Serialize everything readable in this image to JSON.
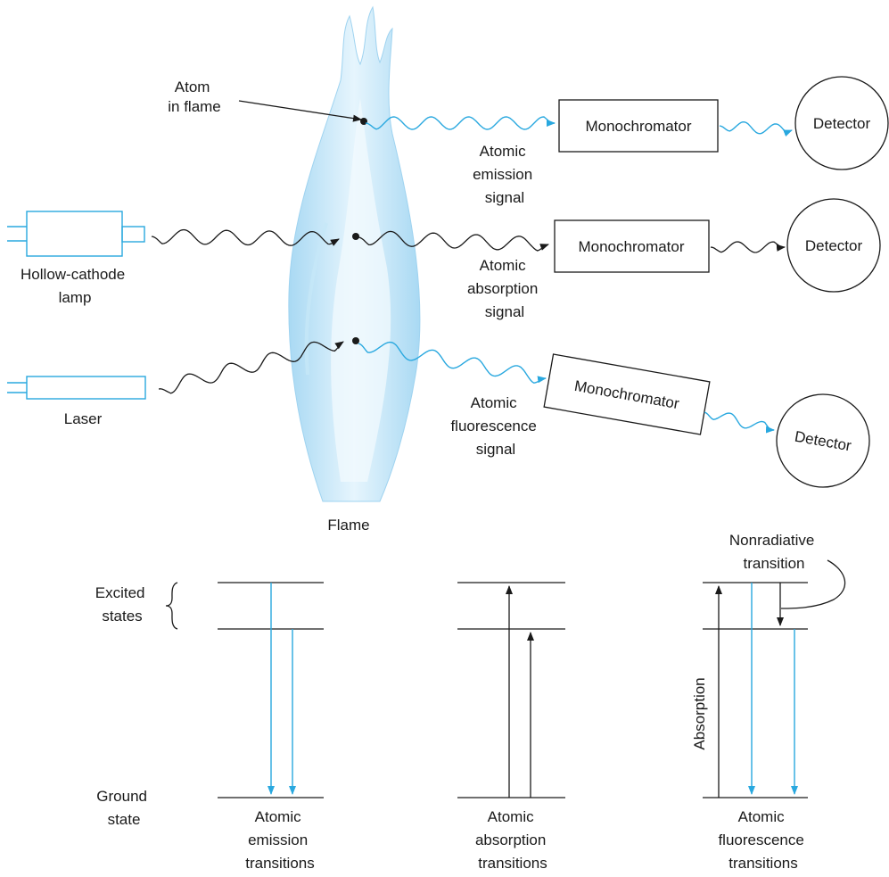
{
  "labels": {
    "atom_in_flame": [
      "Atom",
      "in flame"
    ],
    "hollow_cathode_lamp": [
      "Hollow-cathode",
      "lamp"
    ],
    "laser": "Laser",
    "flame": "Flame",
    "emission_signal": [
      "Atomic",
      "emission",
      "signal"
    ],
    "absorption_signal": [
      "Atomic",
      "absorption",
      "signal"
    ],
    "fluorescence_signal": [
      "Atomic",
      "fluorescence",
      "signal"
    ],
    "monochromator": "Monochromator",
    "detector": "Detector",
    "excited_states": [
      "Excited",
      "states"
    ],
    "ground_state": [
      "Ground",
      "state"
    ],
    "nonradiative_transition": [
      "Nonradiative",
      "transition"
    ],
    "absorption_vertical": "Absorption",
    "emission_transitions": [
      "Atomic",
      "emission",
      "transitions"
    ],
    "absorption_transitions": [
      "Atomic",
      "absorption",
      "transitions"
    ],
    "fluorescence_transitions": [
      "Atomic",
      "fluorescence",
      "transitions"
    ]
  },
  "colors": {
    "ink": "#1a1a1a",
    "signal_blue": "#29a8df",
    "flame_light": "#e3f3fc",
    "flame_mid": "#b9e1f6",
    "flame_dark": "#8ccbee"
  },
  "icons": [
    "hollow-cathode-lamp-icon",
    "laser-icon",
    "flame-icon",
    "atom-dot-icon",
    "brace-icon"
  ]
}
